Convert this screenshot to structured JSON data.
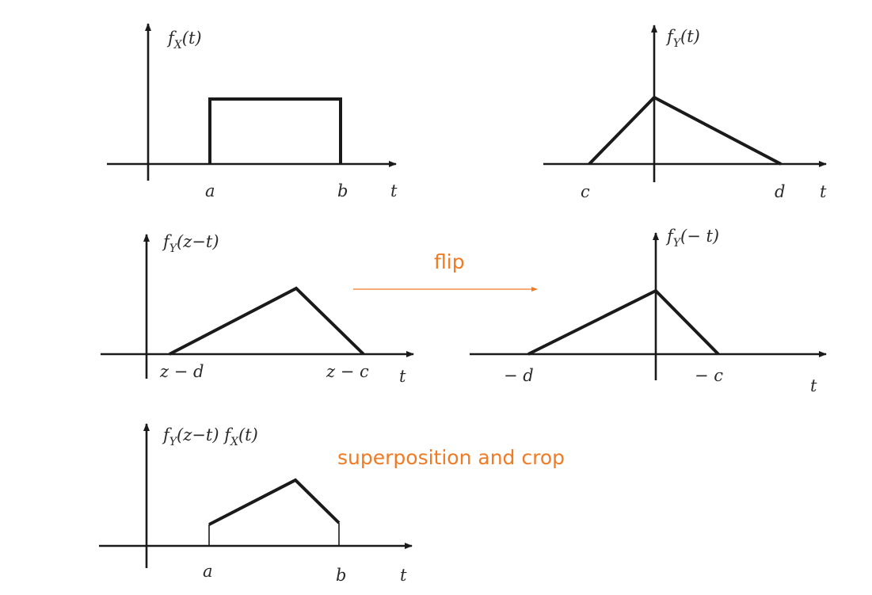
{
  "colors": {
    "ink": "#1a1a1a",
    "annotation": "#f07b24"
  },
  "panels": {
    "fx": {
      "title_main": "f",
      "title_sub": "X",
      "title_arg": "(t)",
      "labels": [
        "a",
        "b",
        "t"
      ]
    },
    "fy": {
      "title_main": "f",
      "title_sub": "Y",
      "title_arg": "(t)",
      "labels": [
        "c",
        "d",
        "t"
      ]
    },
    "fy_shift": {
      "title_main": "f",
      "title_sub": "Y",
      "title_arg": "(z−t)",
      "labels": [
        "z − d",
        "z − c",
        "t"
      ]
    },
    "fy_flip": {
      "title_main": "f",
      "title_sub": "Y",
      "title_arg": "(− t)",
      "labels": [
        "− d",
        "− c",
        "t"
      ]
    },
    "product": {
      "title_main": "f",
      "title_sub": "Y",
      "title_arg": "(z−t) ",
      "title_main2": "f",
      "title_sub2": "X",
      "title_arg2": "(t)",
      "labels": [
        "a",
        "b",
        "t"
      ]
    }
  },
  "annotations": {
    "flip": "flip",
    "superposition": "superposition and crop"
  }
}
